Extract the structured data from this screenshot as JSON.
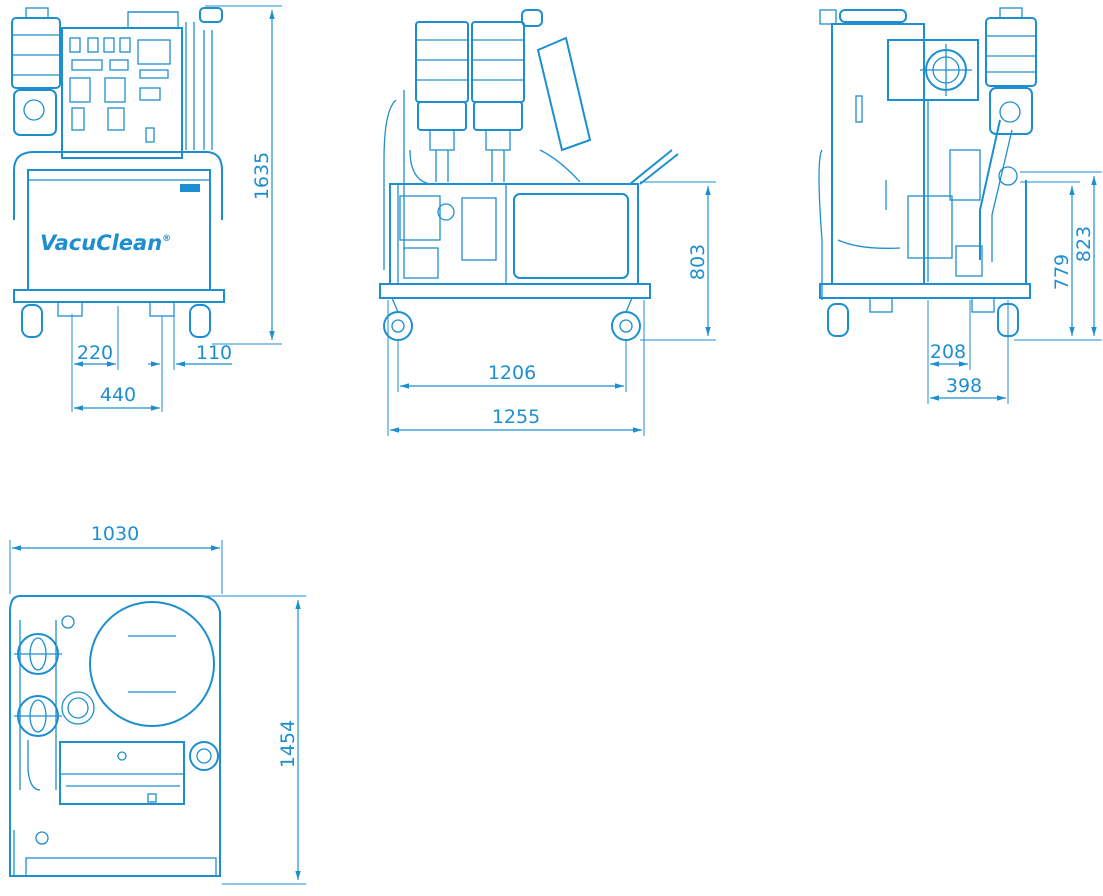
{
  "brand": {
    "label": "VacuClean",
    "mark": "®"
  },
  "colors": {
    "line": "#1d8fd0",
    "background": "#ffffff"
  },
  "dimensions": {
    "front_height": "1635",
    "front_left_offset": "220",
    "front_right_offset": "110",
    "front_width": "440",
    "side_frame_height": "803",
    "side_wheelbase": "1206",
    "side_length": "1255",
    "rear_height_823": "823",
    "rear_height_779": "779",
    "rear_offset_208": "208",
    "rear_width_398": "398",
    "top_width": "1030",
    "top_depth": "1454"
  }
}
